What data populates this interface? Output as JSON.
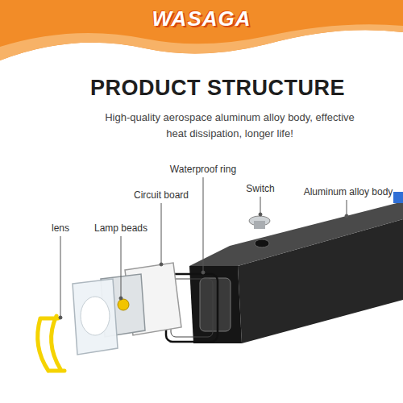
{
  "diagram": {
    "title": "PRODUCT STRUCTURE",
    "labels": [
      "WASAGA",
      "High-quality aerospace aluminum alloy body, effective heat dissipation, longer life!",
      "Waterproof ring",
      "Circuit board",
      "Switch",
      "Aluminum alloy body",
      "lens",
      "Lamp beads"
    ]
  }
}
